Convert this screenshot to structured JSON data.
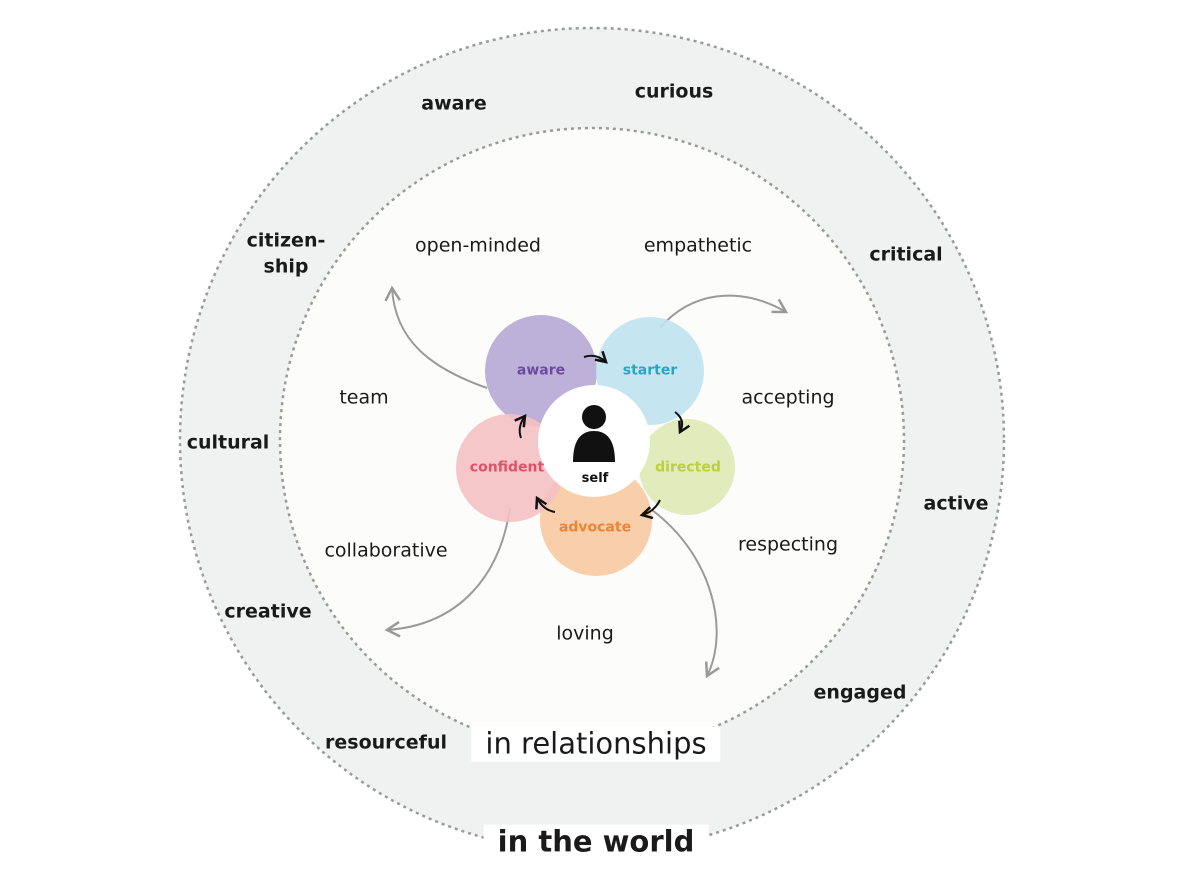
{
  "outer_ring": {
    "title": "in the world",
    "words": [
      "aware",
      "curious",
      "citizen-",
      "ship",
      "critical",
      "cultural",
      "active",
      "creative",
      "engaged",
      "resourceful"
    ]
  },
  "inner_ring": {
    "title": "in relationships",
    "words": [
      "open-minded",
      "empathetic",
      "team",
      "accepting",
      "collaborative",
      "respecting",
      "loving"
    ]
  },
  "center": {
    "label": "self",
    "icon": "person-icon"
  },
  "petals": [
    {
      "label": "aware",
      "fill": "#b3a3d2",
      "text_color": "#6b4aa0"
    },
    {
      "label": "starter",
      "fill": "#bfe3ee",
      "text_color": "#2aa5c4"
    },
    {
      "label": "directed",
      "fill": "#dfe9b4",
      "text_color": "#bccf3c"
    },
    {
      "label": "advocate",
      "fill": "#f8c9a1",
      "text_color": "#ee8436"
    },
    {
      "label": "confident",
      "fill": "#f5c1c2",
      "text_color": "#e0506a"
    }
  ],
  "colors": {
    "outer_band": "#f0f1f1",
    "inner_fill": "#fcfcfa",
    "dash": "#9a9a9a",
    "arrow": "#9a9a9a"
  }
}
